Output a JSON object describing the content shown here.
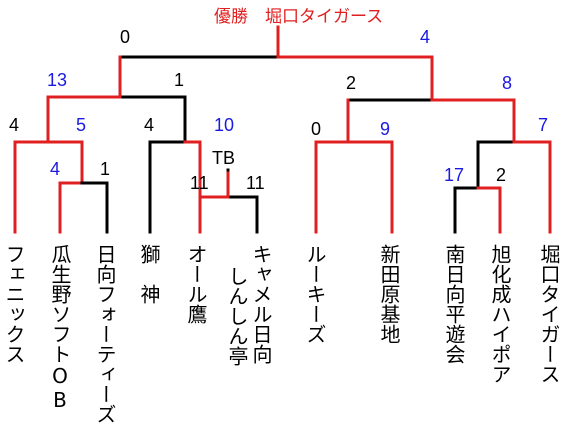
{
  "title": "優勝　堀口タイガース",
  "colors": {
    "winner_path": "#e02020",
    "loser_path": "#000000",
    "winner_score": "#1a1ae0"
  },
  "teams": [
    "フェニックス",
    "瓜生野ソフトOB",
    "日向フォーティーズ",
    "獅　神",
    "オール鷹",
    "キャメル日向",
    "しんしん亭",
    "ルーキーズ",
    "新田原基地",
    "南日向平遊会",
    "旭化成ハイポア",
    "堀口タイガース"
  ],
  "scores": {
    "final_left": "0",
    "final_right": "4",
    "semi_left_top": "13",
    "semi_left_bottom": "1",
    "semi_right_top": "2",
    "semi_right_bottom": "8",
    "qf1_left": "4",
    "qf1_right": "5",
    "qf2_left": "4",
    "qf2_right": "10",
    "qf3_left": "0",
    "qf3_right": "9",
    "qf4_right": "7",
    "r1a_left": "4",
    "r1a_right": "1",
    "r1b_tb": "TB",
    "r1b_left": "11",
    "r1b_right": "11",
    "r1c_left": "17",
    "r1c_right": "2"
  }
}
